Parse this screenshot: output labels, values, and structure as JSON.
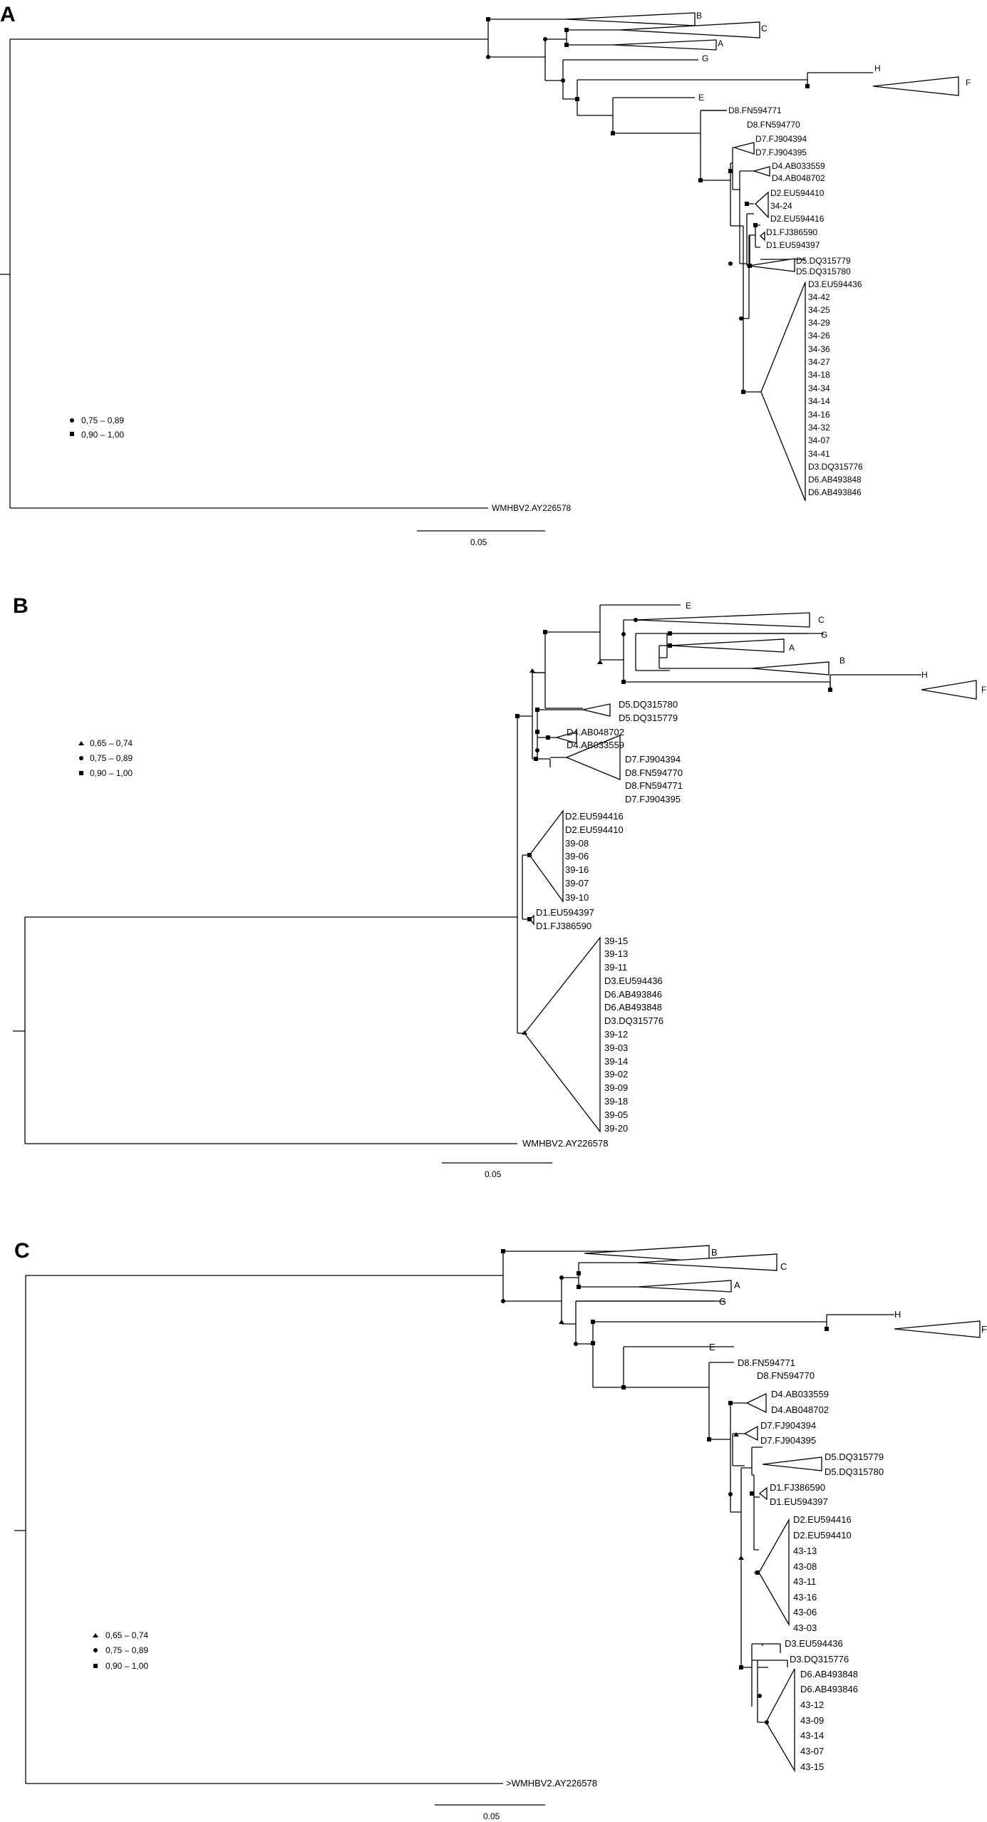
{
  "panels": [
    {
      "letter": "A",
      "scale": "0.05",
      "legend": [
        "0,75 – 0,89",
        "0,90 – 1,00"
      ],
      "clade_labels": [
        "B",
        "C",
        "A",
        "G",
        "H",
        "F",
        "E"
      ],
      "leaves": [
        "D8.FN594771",
        "D8.FN594770",
        "D7.FJ904394",
        "D7.FJ904395",
        "D4.AB033559",
        "D4.AB048702",
        "D2.EU594410",
        "34-24",
        "D2.EU594416",
        "D1.FJ386590",
        "D1.EU594397",
        "D5.DQ315779",
        "D5.DQ315780",
        "D3.EU594436",
        "34-42",
        "34-25",
        "34-29",
        "34-26",
        "34-36",
        "34-27",
        "34-18",
        "34-34",
        "34-14",
        "34-16",
        "34-32",
        "34-07",
        "34-41",
        "D3.DQ315776",
        "D6.AB493848",
        "D6.AB493846"
      ],
      "outgroup": "WMHBV2.AY226578"
    },
    {
      "letter": "B",
      "scale": "0.05",
      "legend": [
        "0,65 – 0,74",
        "0,75 – 0,89",
        "0,90 – 1,00"
      ],
      "clade_labels": [
        "E",
        "C",
        "G",
        "A",
        "B",
        "H",
        "F"
      ],
      "leaves": [
        "D5.DQ315780",
        "D5.DQ315779",
        "D4.AB048702",
        "D4.AB033559",
        "D7.FJ904394",
        "D8.FN594770",
        "D8.FN594771",
        "D7.FJ904395",
        "D2.EU594416",
        "D2.EU594410",
        "39-08",
        "39-06",
        "39-16",
        "39-07",
        "39-10",
        "D1.EU594397",
        "D1.FJ386590",
        "39-15",
        "39-13",
        "39-11",
        "D3.EU594436",
        "D6.AB493846",
        "D6.AB493848",
        "D3.DQ315776",
        "39-12",
        "39-03",
        "39-14",
        "39-02",
        "39-09",
        "39-18",
        "39-05",
        "39-20"
      ],
      "outgroup": "WMHBV2.AY226578"
    },
    {
      "letter": "C",
      "scale": "0.05",
      "legend": [
        "0,65 – 0,74",
        "0,75 – 0,89",
        "0,90 – 1,00"
      ],
      "clade_labels": [
        "B",
        "C",
        "A",
        "G",
        "H",
        "F",
        "E"
      ],
      "leaves": [
        "D8.FN594771",
        "D8.FN594770",
        "D4.AB033559",
        "D4.AB048702",
        "D7.FJ904394",
        "D7.FJ904395",
        "D5.DQ315779",
        "D5.DQ315780",
        "D1.FJ386590",
        "D1.EU594397",
        "D2.EU594416",
        "D2.EU594410",
        "43-13",
        "43-08",
        "43-11",
        "43-16",
        "43-06",
        "43-03",
        "D3.EU594436",
        "D3.DQ315776",
        "D6.AB493848",
        "D6.AB493846",
        "43-12",
        "43-09",
        "43-14",
        "43-07",
        "43-15"
      ],
      "outgroup": ">WMHBV2.AY226578"
    }
  ]
}
